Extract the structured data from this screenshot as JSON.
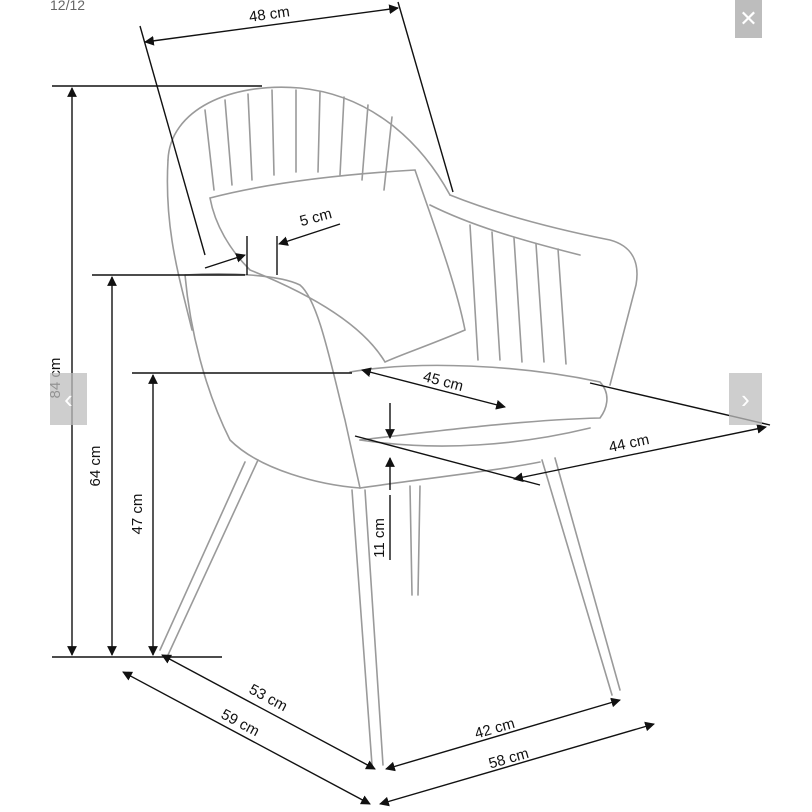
{
  "viewer": {
    "counter": "12/12",
    "close_icon": "close-icon",
    "prev_icon": "chevron-left-icon",
    "next_icon": "chevron-right-icon"
  },
  "dimensions": {
    "width_top": "48 cm",
    "armrest_thickness": "5 cm",
    "total_height": "84 cm",
    "armrest_height": "64 cm",
    "seat_height": "47 cm",
    "seat_depth": "45 cm",
    "seat_width": "44 cm",
    "seat_cushion": "11 cm",
    "depth_inner": "53 cm",
    "depth_outer": "59 cm",
    "width_inner": "42 cm",
    "width_outer": "58 cm"
  },
  "colors": {
    "button_bg": "#bdbdbd",
    "line": "#111111",
    "sketch": "#9a9a9a"
  }
}
